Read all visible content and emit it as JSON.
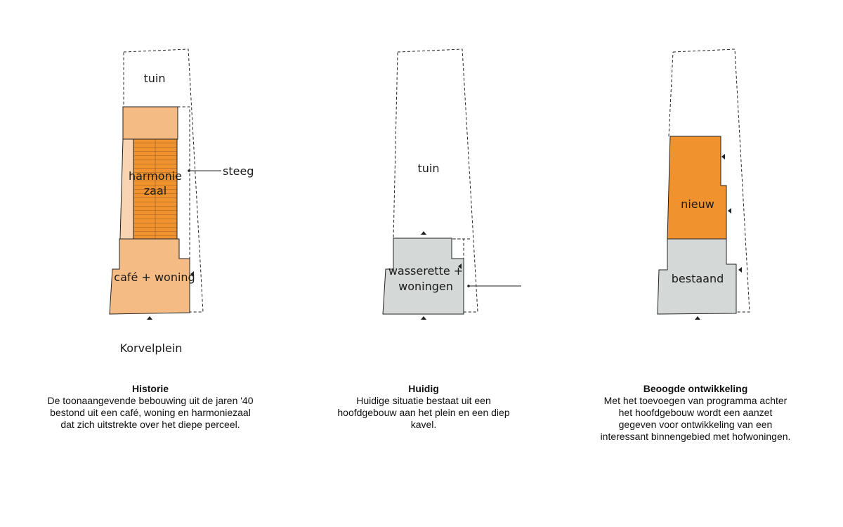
{
  "colors": {
    "light_orange": "#f5bb84",
    "orange": "#f0932f",
    "grey": "#d4d8d7",
    "outline": "#222222"
  },
  "panels": [
    {
      "title": "Historie",
      "description": "De toonaangevende bebouwing uit de jaren '40\nbestond uit een café, woning en harmoniezaal\ndat zich uitstrekte over het diepe perceel.",
      "labels": {
        "tuin": "tuin",
        "zaal_line1": "harmonie",
        "zaal_line2": "zaal",
        "steeg": "steeg",
        "cafe": "café + woning",
        "plein": "Korvelplein"
      }
    },
    {
      "title": "Huidig",
      "description": "Huidige situatie bestaat uit een\nhoofdgebouw aan het plein en een diep\nkavel.",
      "labels": {
        "tuin": "tuin",
        "building_line1": "wasserette +",
        "building_line2": "woningen"
      }
    },
    {
      "title": "Beoogde ontwikkeling",
      "description": "Met het toevoegen van programma achter\nhet hoofdgebouw wordt een aanzet\ngegeven voor ontwikkeling van een\ninteressant binnengebied met hofwoningen.",
      "labels": {
        "nieuw": "nieuw",
        "bestaand": "bestaand"
      }
    }
  ]
}
